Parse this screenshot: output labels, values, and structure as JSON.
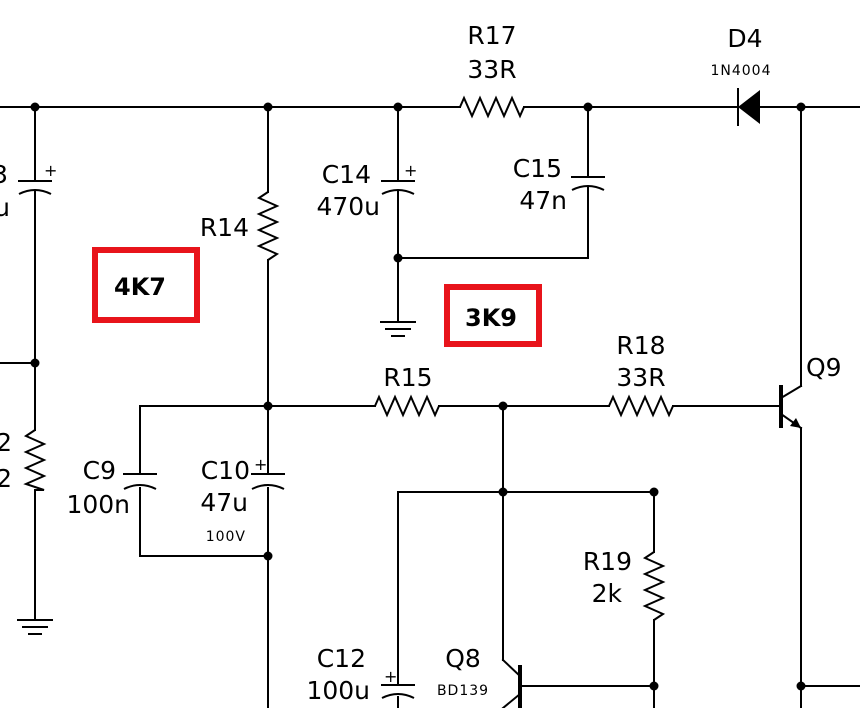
{
  "components": {
    "r17": {
      "ref": "R17",
      "value": "33R"
    },
    "d4": {
      "ref": "D4",
      "value": "1N4004"
    },
    "c13": {
      "ref_fragment": "3",
      "value_fragment": "u"
    },
    "c14": {
      "ref": "C14",
      "value": "470u"
    },
    "c15": {
      "ref": "C15",
      "value": "47n"
    },
    "r14": {
      "ref": "R14"
    },
    "r15": {
      "ref": "R15"
    },
    "r18": {
      "ref": "R18",
      "value": "33R"
    },
    "q9": {
      "ref": "Q9"
    },
    "r_left": {
      "ref_fragment": "2",
      "value_fragment": "2"
    },
    "c9": {
      "ref": "C9",
      "value": "100n"
    },
    "c10": {
      "ref": "C10",
      "value": "47u",
      "rating": "100V"
    },
    "r19": {
      "ref": "R19",
      "value": "2k"
    },
    "c12": {
      "ref": "C12",
      "value": "100u"
    },
    "q8": {
      "ref": "Q8",
      "value": "BD139"
    }
  },
  "annotations": {
    "r14_value": "4K7",
    "r15_value": "3K9",
    "color": "#e8141b"
  },
  "polarity_mark": "+"
}
